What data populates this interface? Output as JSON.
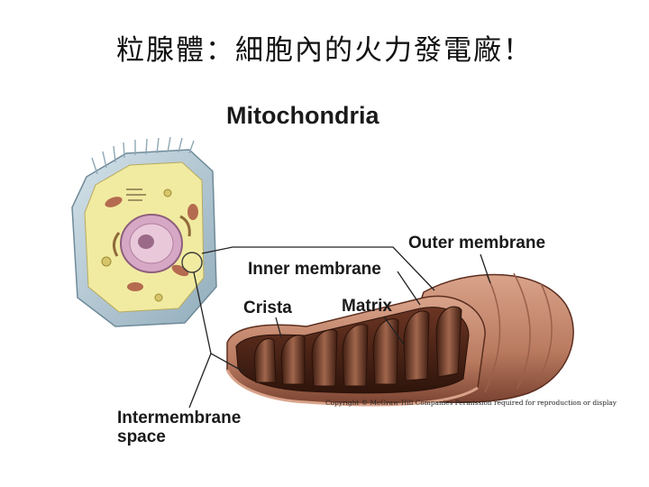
{
  "slide": {
    "title": "粒腺體：細胞內的火力發電廠！"
  },
  "diagram": {
    "title": "Mitochondria",
    "labels": {
      "outer_membrane": "Outer membrane",
      "inner_membrane": "Inner membrane",
      "crista": "Crista",
      "matrix": "Matrix",
      "intermembrane_line1": "Intermembrane",
      "intermembrane_line2": "space"
    },
    "copyright": "Copyright © McGraw-Hill Companies Permission required for reproduction or display"
  },
  "colors": {
    "cell_wall": "#b9cdd7",
    "cytoplasm": "#f1eba1",
    "nucleus": "#d6a8c6",
    "mito_light": "#c98e76",
    "mito_dark": "#4a2416",
    "mito_mid": "#7d4330"
  }
}
